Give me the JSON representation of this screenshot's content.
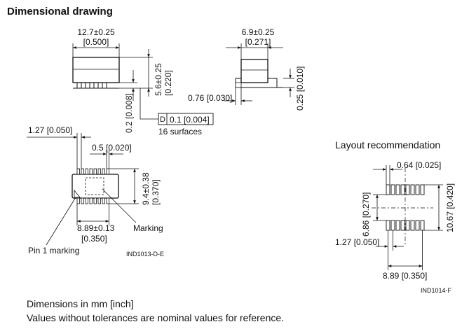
{
  "title": "Dimensional drawing",
  "layout_title": "Layout recommendation",
  "footer": {
    "line1": "Dimensions in mm [inch]",
    "line2": "Values without tolerances are nominal values for reference."
  },
  "side_view": {
    "width_mm": "12.7±0.25",
    "width_in": "[0.500]",
    "height_mm": "5.6±0.25",
    "height_in": "[0.220]",
    "standoff": "0.2 [0.008]",
    "flatness_symbol": "D",
    "flatness_value": "0.1 [0.004]",
    "surfaces": "16 surfaces"
  },
  "end_view": {
    "width_mm": "6.9±0.25",
    "width_in": "[0.271]",
    "lead_thickness": "0.25 [0.010]",
    "lead_length": "0.76 [0.030]"
  },
  "top_view": {
    "pitch": "1.27 [0.050]",
    "lead_width": "0.5 [0.020]",
    "height_mm": "9.4±0.38",
    "height_in": "[0.370]",
    "row_span_mm": "8.89±0.13",
    "row_span_in": "[0.350]",
    "marking": "Marking",
    "pin1": "Pin 1 marking",
    "ref": "IND1013-D-E"
  },
  "layout": {
    "pad_width": "0.64 [0.025]",
    "pad_gap": "6.86 [0.270]",
    "overall": "10.67 [0.420]",
    "pitch": "1.27 [0.050]",
    "span": "8.89 [0.350]",
    "ref": "IND1014-F"
  }
}
